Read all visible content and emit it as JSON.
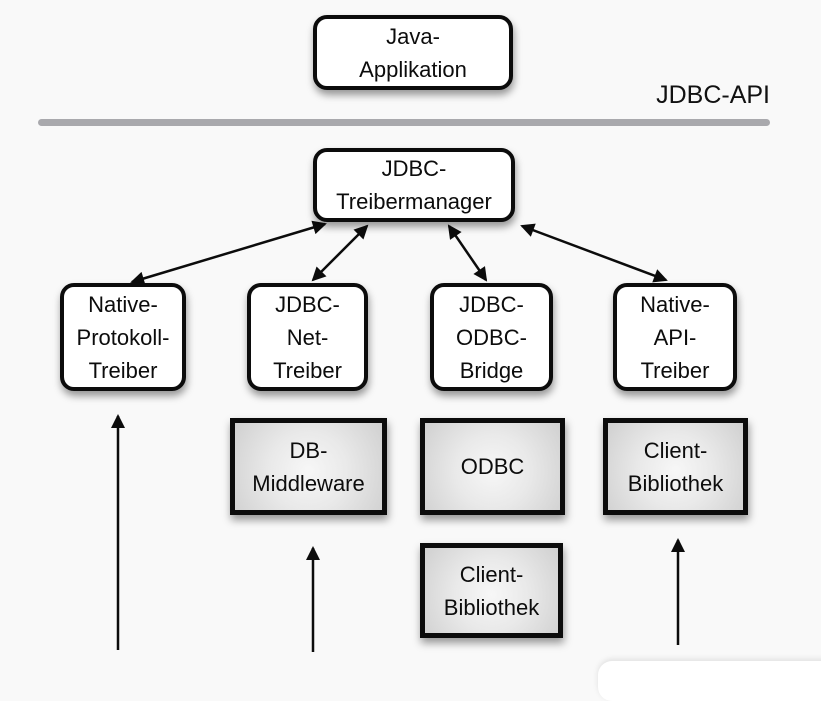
{
  "api_label": "JDBC-API",
  "nodes": {
    "java_applikation": {
      "lines": [
        "Java-",
        "Applikation"
      ]
    },
    "jdbc_treibermanager": {
      "lines": [
        "JDBC-",
        "Treibermanager"
      ]
    },
    "native_protokoll_treiber": {
      "lines": [
        "Native-",
        "Protokoll-",
        "Treiber"
      ]
    },
    "jdbc_net_treiber": {
      "lines": [
        "JDBC-",
        "Net-",
        "Treiber"
      ]
    },
    "jdbc_odbc_bridge": {
      "lines": [
        "JDBC-",
        "ODBC-",
        "Bridge"
      ]
    },
    "native_api_treiber": {
      "lines": [
        "Native-",
        "API-",
        "Treiber"
      ]
    },
    "db_middleware": {
      "lines": [
        "DB-",
        "Middleware"
      ]
    },
    "odbc": {
      "lines": [
        "ODBC"
      ]
    },
    "client_bibliothek_rechts": {
      "lines": [
        "Client-",
        "Bibliothek"
      ]
    },
    "client_bibliothek_unten": {
      "lines": [
        "Client-",
        "Bibliothek"
      ]
    }
  },
  "edges": [
    {
      "from": "jdbc_treibermanager",
      "to": "native_protokoll_treiber",
      "type": "double-arrow"
    },
    {
      "from": "jdbc_treibermanager",
      "to": "jdbc_net_treiber",
      "type": "double-arrow"
    },
    {
      "from": "jdbc_treibermanager",
      "to": "jdbc_odbc_bridge",
      "type": "double-arrow"
    },
    {
      "from": "jdbc_treibermanager",
      "to": "native_api_treiber",
      "type": "double-arrow"
    },
    {
      "from": "bottom",
      "to": "native_protokoll_treiber",
      "type": "up-arrow"
    },
    {
      "from": "bottom",
      "to": "db_middleware",
      "type": "up-arrow"
    },
    {
      "from": "bottom",
      "to": "client_bibliothek_rechts",
      "type": "up-arrow"
    }
  ],
  "colors": {
    "background": "#f9f9f9",
    "box_fill": "#ffffff",
    "gray_box_fill": "#e0e0e0",
    "box_border": "#0c0c0c",
    "separator_line": "#a9a9ad",
    "arrow": "#0c0c0c",
    "text": "#0c0c0c"
  }
}
